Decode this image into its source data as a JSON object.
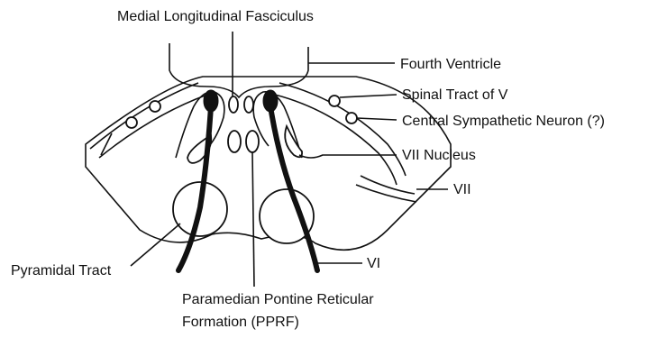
{
  "labels": {
    "mlf": "Medial Longitudinal Fasciculus",
    "fourth_ventricle": "Fourth Ventricle",
    "spinal_tract_v": "Spinal Tract of V",
    "central_sympathetic": "Central Sympathetic Neuron (?)",
    "vii_nucleus": "VII Nucleus",
    "vii": "VII",
    "vi": "VI",
    "pyramidal_tract": "Pyramidal Tract",
    "pprf_line1": "Paramedian Pontine Reticular",
    "pprf_line2": "Formation (PPRF)"
  },
  "colors": {
    "ink": "#111111",
    "background": "#ffffff"
  }
}
